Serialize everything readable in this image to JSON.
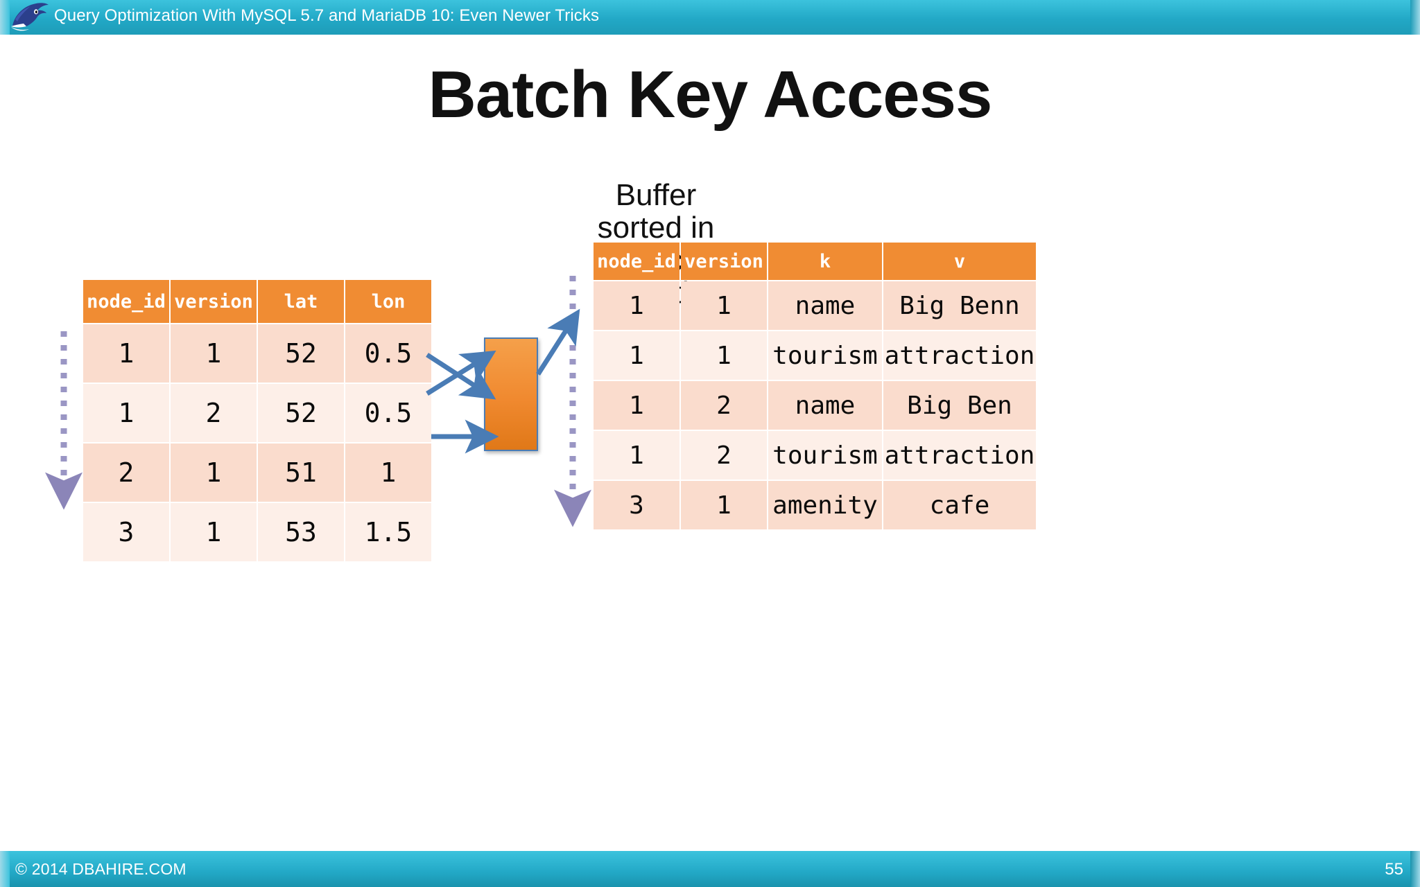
{
  "header": {
    "title": "Query Optimization With MySQL 5.7 and MariaDB 10: Even Newer Tricks",
    "logo_icon": "dolphin-logo",
    "bg_color": "#22a8c6"
  },
  "slide": {
    "title": "Batch Key Access",
    "buffer_caption": "Buffer sorted in physical/ PK order",
    "accent_color": "#f08c33",
    "row_odd_color": "#fadccd",
    "row_even_color": "#fdefe8",
    "arrow_color": "#4a7cb5",
    "dotted_line_color": "#9a96c4"
  },
  "table_left": {
    "name": "source-rows-table",
    "columns": [
      "node_id",
      "version",
      "lat",
      "lon"
    ],
    "rows": [
      [
        "1",
        "1",
        "52",
        "0.5"
      ],
      [
        "1",
        "2",
        "52",
        "0.5"
      ],
      [
        "2",
        "1",
        "51",
        "1"
      ],
      [
        "3",
        "1",
        "53",
        "1.5"
      ]
    ]
  },
  "table_right": {
    "name": "tags-table",
    "columns": [
      "node_id",
      "version",
      "k",
      "v"
    ],
    "rows": [
      [
        "1",
        "1",
        "name",
        "Big Benn"
      ],
      [
        "1",
        "1",
        "tourism",
        "attraction"
      ],
      [
        "1",
        "2",
        "name",
        "Big Ben"
      ],
      [
        "1",
        "2",
        "tourism",
        "attraction"
      ],
      [
        "3",
        "1",
        "amenity",
        "cafe"
      ]
    ]
  },
  "buffer": {
    "name": "join-buffer",
    "label": ""
  },
  "footer": {
    "copyright": "© 2014 DBAHIRE.COM",
    "slide_number": "55"
  }
}
